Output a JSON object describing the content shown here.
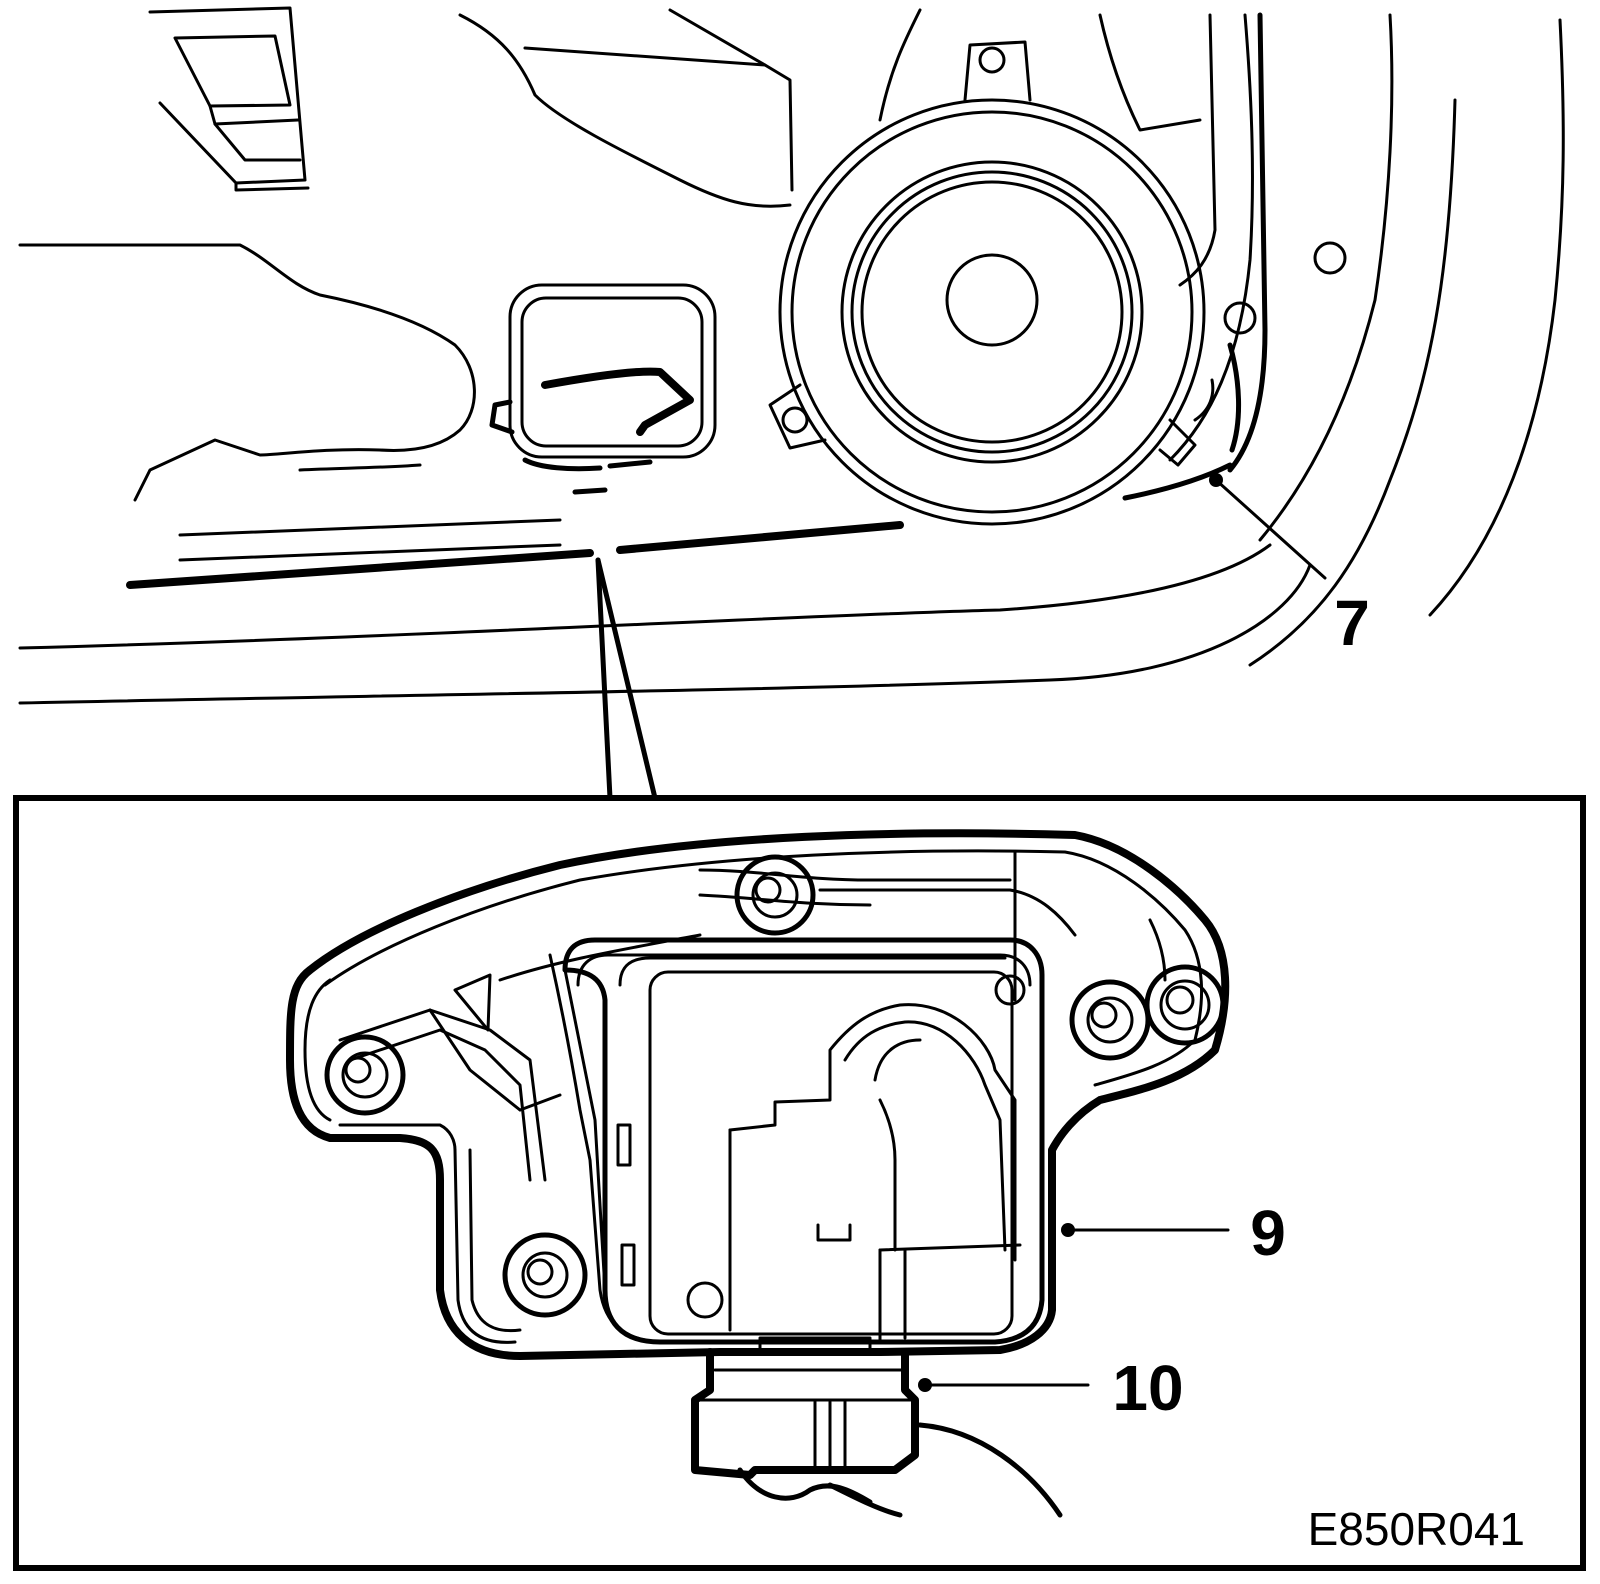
{
  "callouts": {
    "lock_panel": "7",
    "lock_assembly": "9",
    "connector": "10"
  },
  "figure_code": "E850R041"
}
